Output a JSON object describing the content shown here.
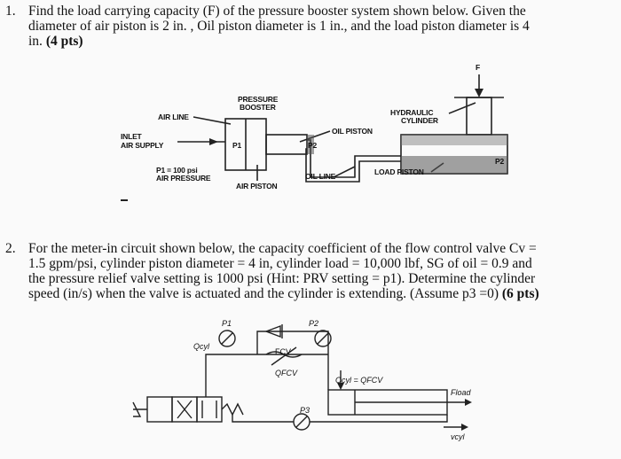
{
  "q1": {
    "number": "1.",
    "line1": "Find the load carrying capacity (F) of the pressure booster system shown below. Given the",
    "line2": "diameter of air piston is 2 in. , Oil piston diameter is 1 in., and the load piston diameter is 4",
    "line3_prefix": "in.",
    "pts": "(4 pts)"
  },
  "fig1": {
    "force": "F",
    "pressure_booster": [
      "PRESSURE",
      "BOOSTER"
    ],
    "air_line": "AIR LINE",
    "hydraulic_cylinder": [
      "HYDRAULIC",
      "CYLINDER"
    ],
    "oil_piston": "OIL PISTON",
    "inlet_air_supply": [
      "INLET",
      "AIR SUPPLY"
    ],
    "p1": "P1",
    "p2": "P2",
    "p2b": "P2",
    "p1_pressure": [
      "P1 = 100 psi",
      "AIR PRESSURE"
    ],
    "air_piston": "AIR PISTON",
    "oil_line": "OIL LINE",
    "load_piston": "LOAD PISTON"
  },
  "q2": {
    "number": "2.",
    "line1": "For the meter-in circuit shown below, the capacity coefficient of the flow control valve Cv =",
    "line2": "1.5 gpm/psi, cylinder piston diameter = 4 in, cylinder load = 10,000 lbf, SG of oil = 0.9 and",
    "line3": "the pressure relief valve setting is 1000 psi (Hint: PRV setting = p1). Determine the cylinder",
    "line4_prefix": "speed (in/s) when the valve is actuated and the cylinder is extending. (Assume p3 =0)",
    "pts": "(6 pts)"
  },
  "fig2": {
    "p1": "P1",
    "p2": "P2",
    "p3": "P3",
    "q_cyl": "Qcyl",
    "fcv": "FCV",
    "q_fcv": "QFCV",
    "q_eq": "Qcyl = QFCV",
    "f_load": "Fload",
    "v_cyl": "vcyl"
  }
}
